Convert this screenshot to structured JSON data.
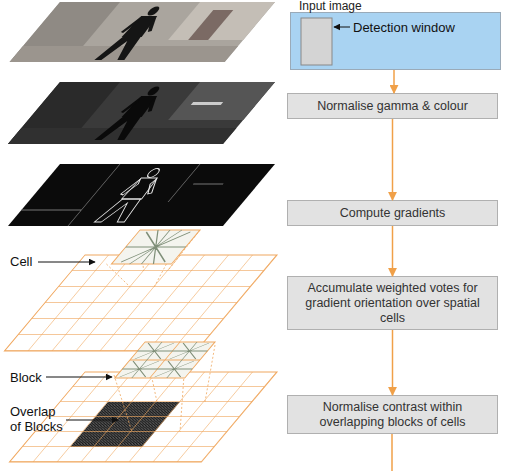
{
  "diagram": {
    "nodes": [
      {
        "text": [
          "Input image"
        ]
      },
      {
        "text": [
          "Normalise gamma & colour"
        ]
      },
      {
        "text": [
          "Compute gradients"
        ]
      },
      {
        "text": [
          "Accumulate weighted votes for gradient orientation over spatial cells"
        ]
      },
      {
        "text": [
          "Normalise contrast within overlapping blocks of cells"
        ]
      }
    ],
    "edges": [
      {
        "from": 0,
        "to": 1,
        "arrow": "to"
      },
      {
        "from": 1,
        "to": 2,
        "arrow": "to"
      },
      {
        "from": 2,
        "to": 3,
        "arrow": "to"
      },
      {
        "from": 3,
        "to": 4,
        "arrow": "to"
      }
    ],
    "labels": [
      "Detection window",
      "Cell",
      "Block",
      "Overlap of Blocks"
    ]
  }
}
